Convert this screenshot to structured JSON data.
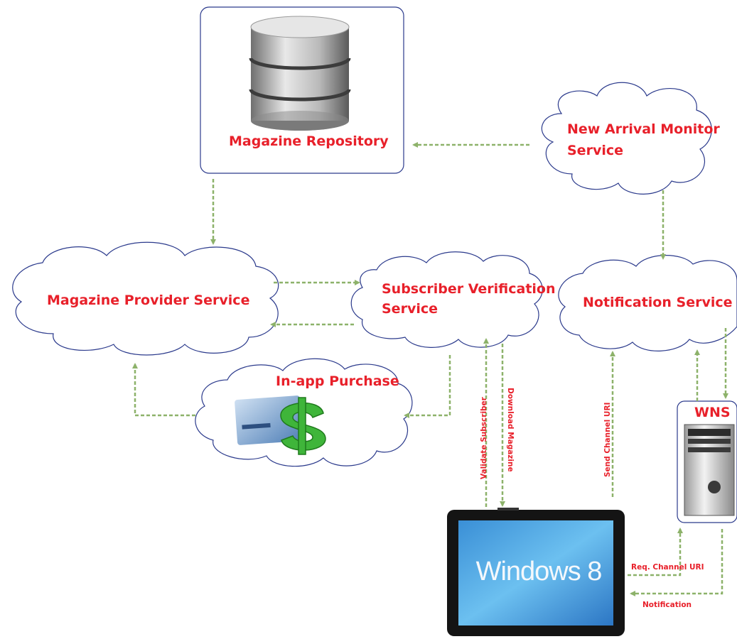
{
  "nodes": {
    "repository": {
      "label": "Magazine Repository"
    },
    "monitor": {
      "label_line1": "New Arrival Monitor",
      "label_line2": "Service"
    },
    "provider": {
      "label": "Magazine Provider Service"
    },
    "verification": {
      "label_line1": "Subscriber  Verification",
      "label_line2": "Service"
    },
    "notification": {
      "label": "Notification Service"
    },
    "purchase": {
      "label": "In-app Purchase"
    },
    "wns": {
      "label": "WNS"
    },
    "tablet": {
      "screen_text": "Windows 8"
    }
  },
  "edges": {
    "validate": "Validate Subscriber",
    "download": "Download Magazine",
    "send_channel": "Send Channel URI",
    "req_channel": "Req. Channel URI",
    "notification": "Notification"
  },
  "colors": {
    "label": "#e8202a",
    "arrow": "#8db26a",
    "outline": "#2b3a8c"
  }
}
